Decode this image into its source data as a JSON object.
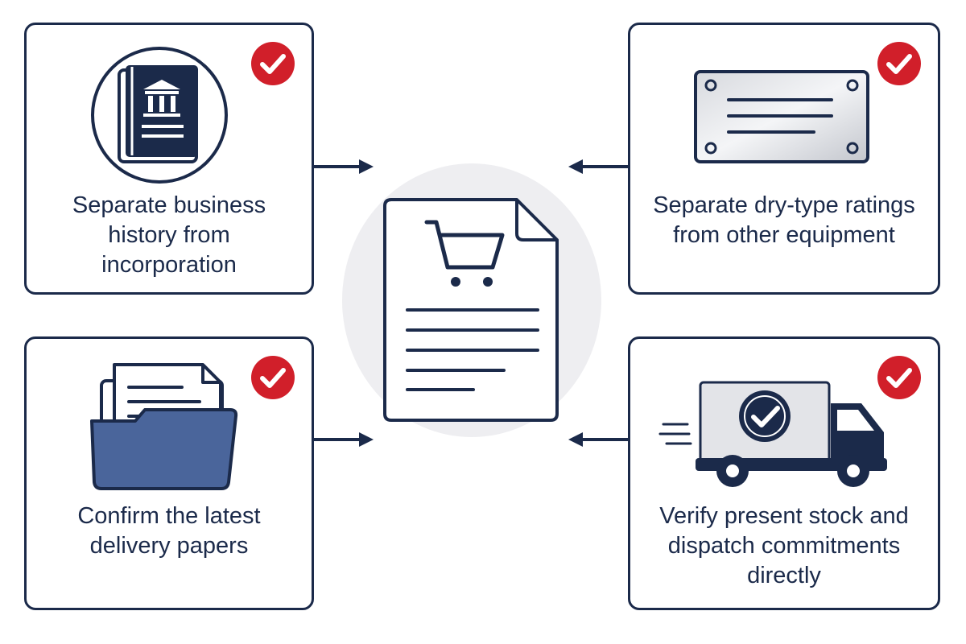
{
  "cards": {
    "top_left": {
      "label": "Separate business history from incorporation",
      "icon": "registry-book-icon"
    },
    "top_right": {
      "label": "Separate dry-type ratings from other equipment",
      "icon": "rating-plate-icon"
    },
    "bottom_left": {
      "label": "Confirm the latest delivery papers",
      "icon": "folder-documents-icon"
    },
    "bottom_right": {
      "label": "Verify present stock and dispatch commitments directly",
      "icon": "delivery-truck-icon"
    }
  },
  "center": {
    "icon": "purchase-order-document-icon"
  },
  "colors": {
    "navy": "#1b2a4a",
    "check_red": "#d11f2a",
    "folder_blue": "#4a659b",
    "center_circle": "#eeeef1"
  }
}
